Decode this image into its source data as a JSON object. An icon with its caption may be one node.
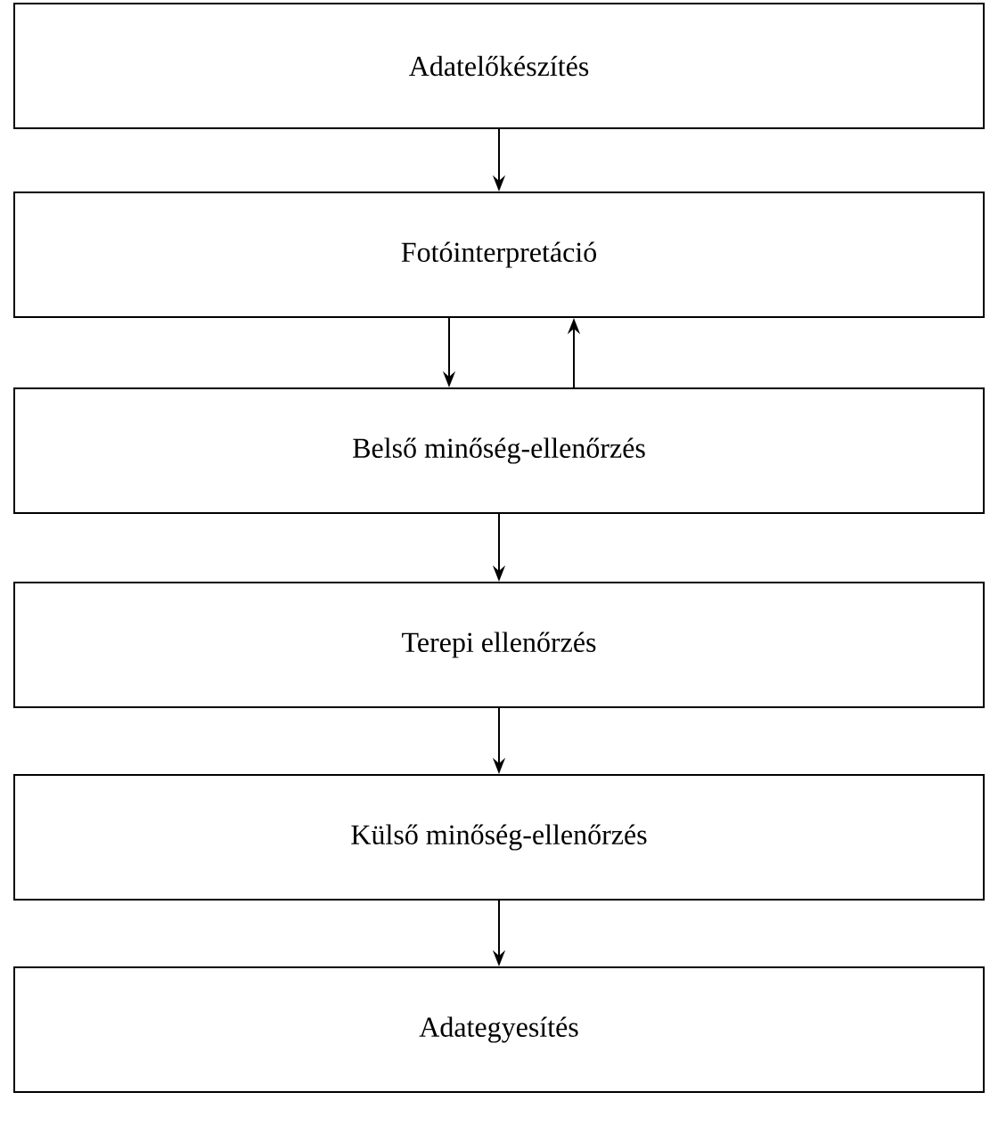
{
  "diagram": {
    "nodes": [
      {
        "text": [
          "Adatelőkészítés"
        ]
      },
      {
        "text": [
          "Fotóinterpretáció"
        ]
      },
      {
        "text": [
          "Belső minőség-ellenőrzés"
        ]
      },
      {
        "text": [
          "Terepi ellenőrzés"
        ]
      },
      {
        "text": [
          "Külső minőség-ellenőrzés"
        ]
      },
      {
        "text": [
          "Adategyesítés"
        ]
      }
    ],
    "edges": [
      {
        "from": 0,
        "to": 1,
        "arrow": "to"
      },
      {
        "from": 1,
        "to": 2,
        "arrow": "to"
      },
      {
        "from": 2,
        "to": 1,
        "arrow": "to"
      },
      {
        "from": 2,
        "to": 3,
        "arrow": "to"
      },
      {
        "from": 3,
        "to": 4,
        "arrow": "to"
      },
      {
        "from": 4,
        "to": 5,
        "arrow": "to"
      }
    ]
  }
}
